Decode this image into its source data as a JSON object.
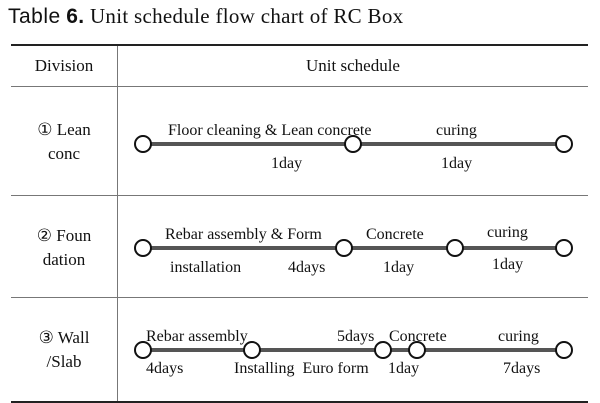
{
  "caption": {
    "label": "Table",
    "number": "6.",
    "text": "Unit schedule flow chart of RC Box"
  },
  "header": {
    "division": "Division",
    "schedule": "Unit schedule"
  },
  "rows": [
    {
      "division_line1": "① Lean",
      "division_line2": "conc",
      "labels": [
        "Floor cleaning & Lean concrete",
        "curing",
        "1day",
        "1day"
      ]
    },
    {
      "division_line1": "② Foun",
      "division_line2": "dation",
      "labels": [
        "Rebar assembly & Form",
        "installation",
        "4days",
        "Concrete",
        "1day",
        "curing",
        "1day"
      ]
    },
    {
      "division_line1": "③ Wall",
      "division_line2": "/Slab",
      "labels": [
        "Rebar assembly",
        "4days",
        "Installing  Euro form",
        "5days",
        "Concrete",
        "1day",
        "curing",
        "7days"
      ]
    }
  ]
}
